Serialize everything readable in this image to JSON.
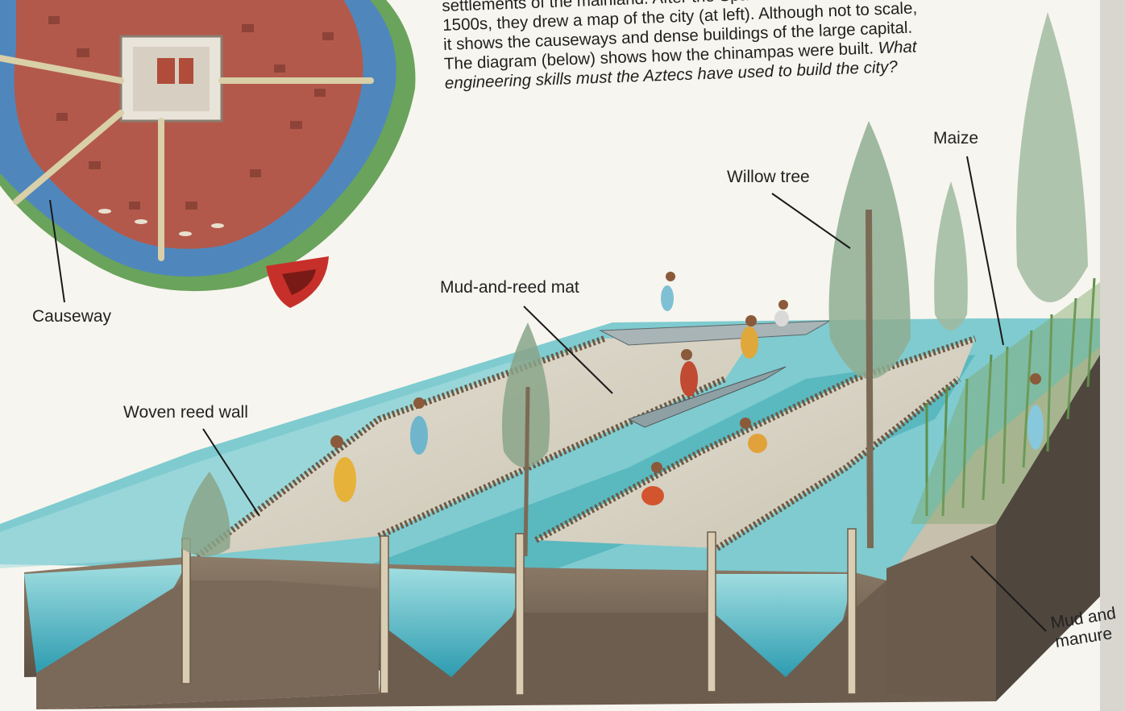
{
  "caption": {
    "lines": [
      "settlements of the mainland. After the Spanish invaded in the",
      "1500s, they drew a map of the city (at left). Although not to scale,",
      "it shows the causeways and dense buildings of the large capital.",
      "The diagram (below) shows how the chinampas were built."
    ],
    "question": "What engineering skills must the Aztecs have used to build the city?"
  },
  "labels": {
    "causeway": "Causeway",
    "mud_reed_mat": "Mud-and-reed mat",
    "woven_reed_wall": "Woven reed wall",
    "willow_tree": "Willow tree",
    "maize": "Maize",
    "mud_and_manure_line1": "Mud and",
    "mud_and_manure_line2": "manure"
  },
  "colors": {
    "water": "#6fc3c8",
    "deep_water": "#2f9fb0",
    "soil": "#7a6a58",
    "field": "#d9d4c6",
    "map_water": "#5d8fc0",
    "map_city": "#b4584a",
    "foliage": "#8aa58a"
  }
}
